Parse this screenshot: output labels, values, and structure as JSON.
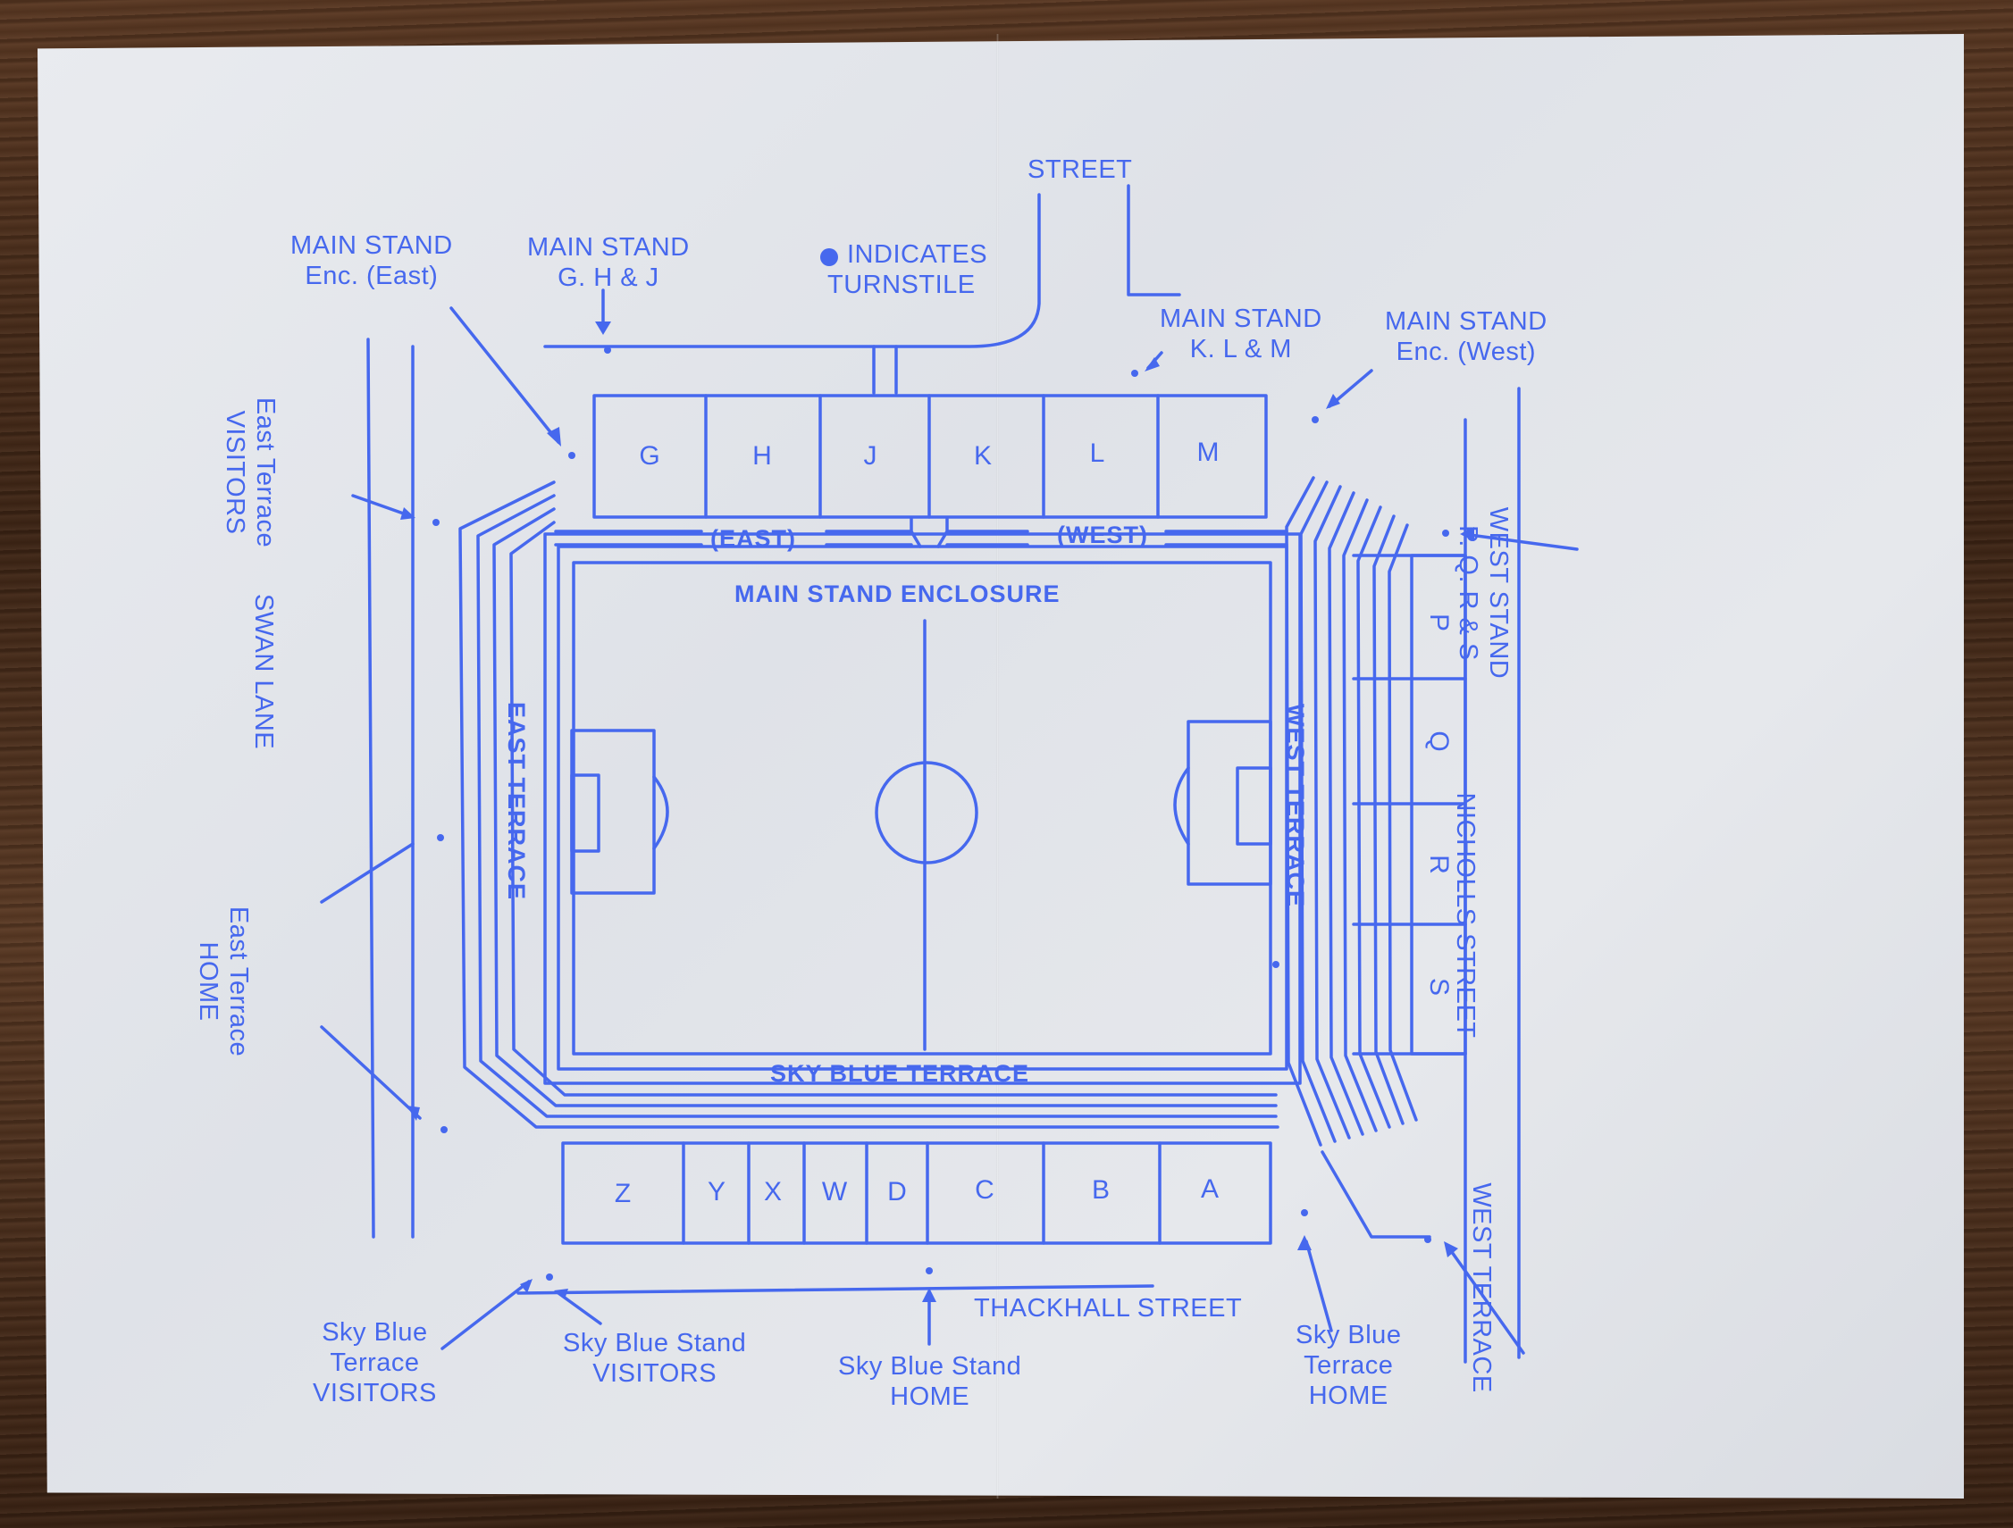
{
  "labels": {
    "street_top": "STREET",
    "turnstile_line1": "INDICATES",
    "turnstile_line2": "TURNSTILE",
    "main_stand_enc_east": [
      "MAIN STAND",
      "Enc. (East)"
    ],
    "main_stand_ghj": [
      "MAIN STAND",
      "G. H & J"
    ],
    "main_stand_klm": [
      "MAIN STAND",
      "K. L & M"
    ],
    "main_stand_enc_west": [
      "MAIN STAND",
      "Enc. (West)"
    ],
    "east_terrace_visitors": [
      "East Terrace",
      "VISITORS"
    ],
    "swan_lane": "SWAN LANE",
    "east_terrace_home": [
      "East Terrace",
      "HOME"
    ],
    "west_stand_pqrs": [
      "WEST STAND",
      "P. Q. R & S"
    ],
    "nicholls_street": "NICHOLLS STREET",
    "west_terrace_outer": "WEST TERRACE",
    "east_enclosure": "(EAST)",
    "west_enclosure": "(WEST)",
    "main_stand_enclosure": "MAIN STAND ENCLOSURE",
    "east_terrace": "EAST TERRACE",
    "west_terrace": "WEST TERRACE",
    "sky_blue_terrace": "SKY BLUE TERRACE",
    "thackhall_street": "THACKHALL STREET",
    "sky_blue_terrace_visitors": [
      "Sky Blue",
      "Terrace",
      "VISITORS"
    ],
    "sky_blue_stand_visitors": [
      "Sky Blue Stand",
      "VISITORS"
    ],
    "sky_blue_stand_home": [
      "Sky Blue Stand",
      "HOME"
    ],
    "sky_blue_terrace_home": [
      "Sky Blue",
      "Terrace",
      "HOME"
    ]
  },
  "sections": {
    "main_stand": [
      "G",
      "H",
      "J",
      "K",
      "L",
      "M"
    ],
    "west_stand": [
      "P",
      "Q",
      "R",
      "S"
    ],
    "sky_blue_stand": [
      "Z",
      "Y",
      "X",
      "W",
      "D",
      "C",
      "B",
      "A"
    ]
  },
  "colors": {
    "ink": "#4668ee",
    "paper": "#e3e6eb",
    "background": "#4a2e1c"
  }
}
